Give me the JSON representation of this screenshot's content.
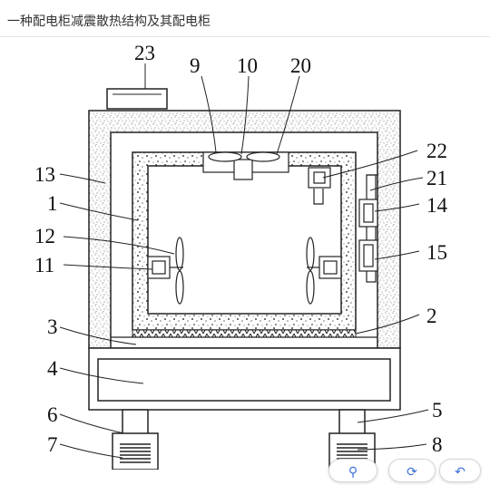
{
  "header": {
    "title": "一种配电柜减震散热结构及其配电柜"
  },
  "diagram": {
    "labels": {
      "n1": "1",
      "n2": "2",
      "n3": "3",
      "n4": "4",
      "n5": "5",
      "n6": "6",
      "n7": "7",
      "n8": "8",
      "n9": "9",
      "n10": "10",
      "n11": "11",
      "n12": "12",
      "n13": "13",
      "n14": "14",
      "n15": "15",
      "n20": "20",
      "n21": "21",
      "n22": "22",
      "n23": "23"
    }
  },
  "toolbar": {
    "icons": [
      "zoom-icon",
      "rotate-icon",
      "undo-icon"
    ]
  }
}
